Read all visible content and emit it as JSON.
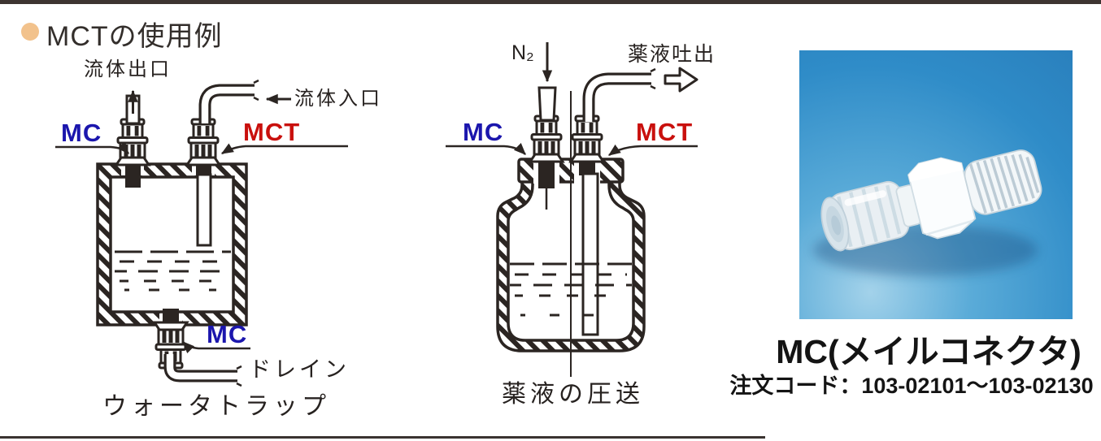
{
  "header": {
    "title": "MCTの使用例"
  },
  "colors": {
    "accent_bullet": "#f2c28c",
    "mc_blue": "#1b16ad",
    "mct_red": "#c9100d",
    "line_art": "#2b2522",
    "photo_background_blue": "#2f8cc8",
    "top_bar": "#3d3431"
  },
  "water_trap_diagram": {
    "caption": "ウォータトラップ",
    "labels": {
      "fluid_outlet": "流体出口",
      "fluid_inlet": "流体入口",
      "mc_top": "MC",
      "mct": "MCT",
      "mc_bottom": "MC",
      "drain": "ドレイン"
    }
  },
  "pressure_feed_diagram": {
    "caption": "薬液の圧送",
    "labels": {
      "n2_gas": "N₂",
      "chemical_discharge": "薬液吐出",
      "mc": "MC",
      "mct": "MCT"
    }
  },
  "product": {
    "name": "MC(メイルコネクタ)",
    "order_code": "注文コード：103-02101～103-02130"
  }
}
